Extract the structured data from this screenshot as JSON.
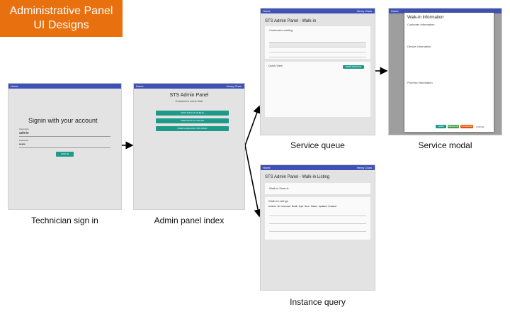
{
  "badge": {
    "line1": "Administrative Panel",
    "line2": "UI Designs"
  },
  "common": {
    "home": "Home",
    "user_menu": "Henry Chan"
  },
  "signin": {
    "caption": "Technician sign in",
    "heading": "Signin with your account",
    "username_label": "Username",
    "username_value": "admin",
    "password_label": "Password",
    "password_value": "•••••",
    "button": "SIGN IN"
  },
  "index": {
    "caption": "Admin panel index",
    "title": "STS Admin Panel",
    "subtitle": "Customers come first!",
    "buttons": [
      "VIEW WALK-IN QUEUE",
      "VIEW WALK-IN LISTING",
      "USER HANDLING FOR ADMIN"
    ]
  },
  "queue": {
    "caption": "Service queue",
    "title": "STS Admin Panel - Walk-in",
    "waiting": "Customers waiting",
    "quick_view": "Quick View",
    "btn": "SEND SERVICE"
  },
  "modal": {
    "caption": "Service modal",
    "title": "Walk-in Information",
    "customer_info": "Customer Information",
    "device_info": "Device Information",
    "process_info": "Process Information",
    "buttons": [
      "SAVE",
      "RESOLVE",
      "TRANSFER",
      "CANCEL"
    ]
  },
  "listing": {
    "caption": "Instance query",
    "title": "STS Admin Panel - Walk-in Listing",
    "search": "Walk-in Search:",
    "listings": "Walk-in Listings",
    "columns": [
      "Actions",
      "ID",
      "Customer",
      "NetID",
      "Type",
      "Desc",
      "Status",
      "Updated",
      "Created"
    ]
  },
  "colors": {
    "accent": "#e8700f",
    "appbar": "#3f51b5",
    "teal": "#1e9a8a"
  }
}
